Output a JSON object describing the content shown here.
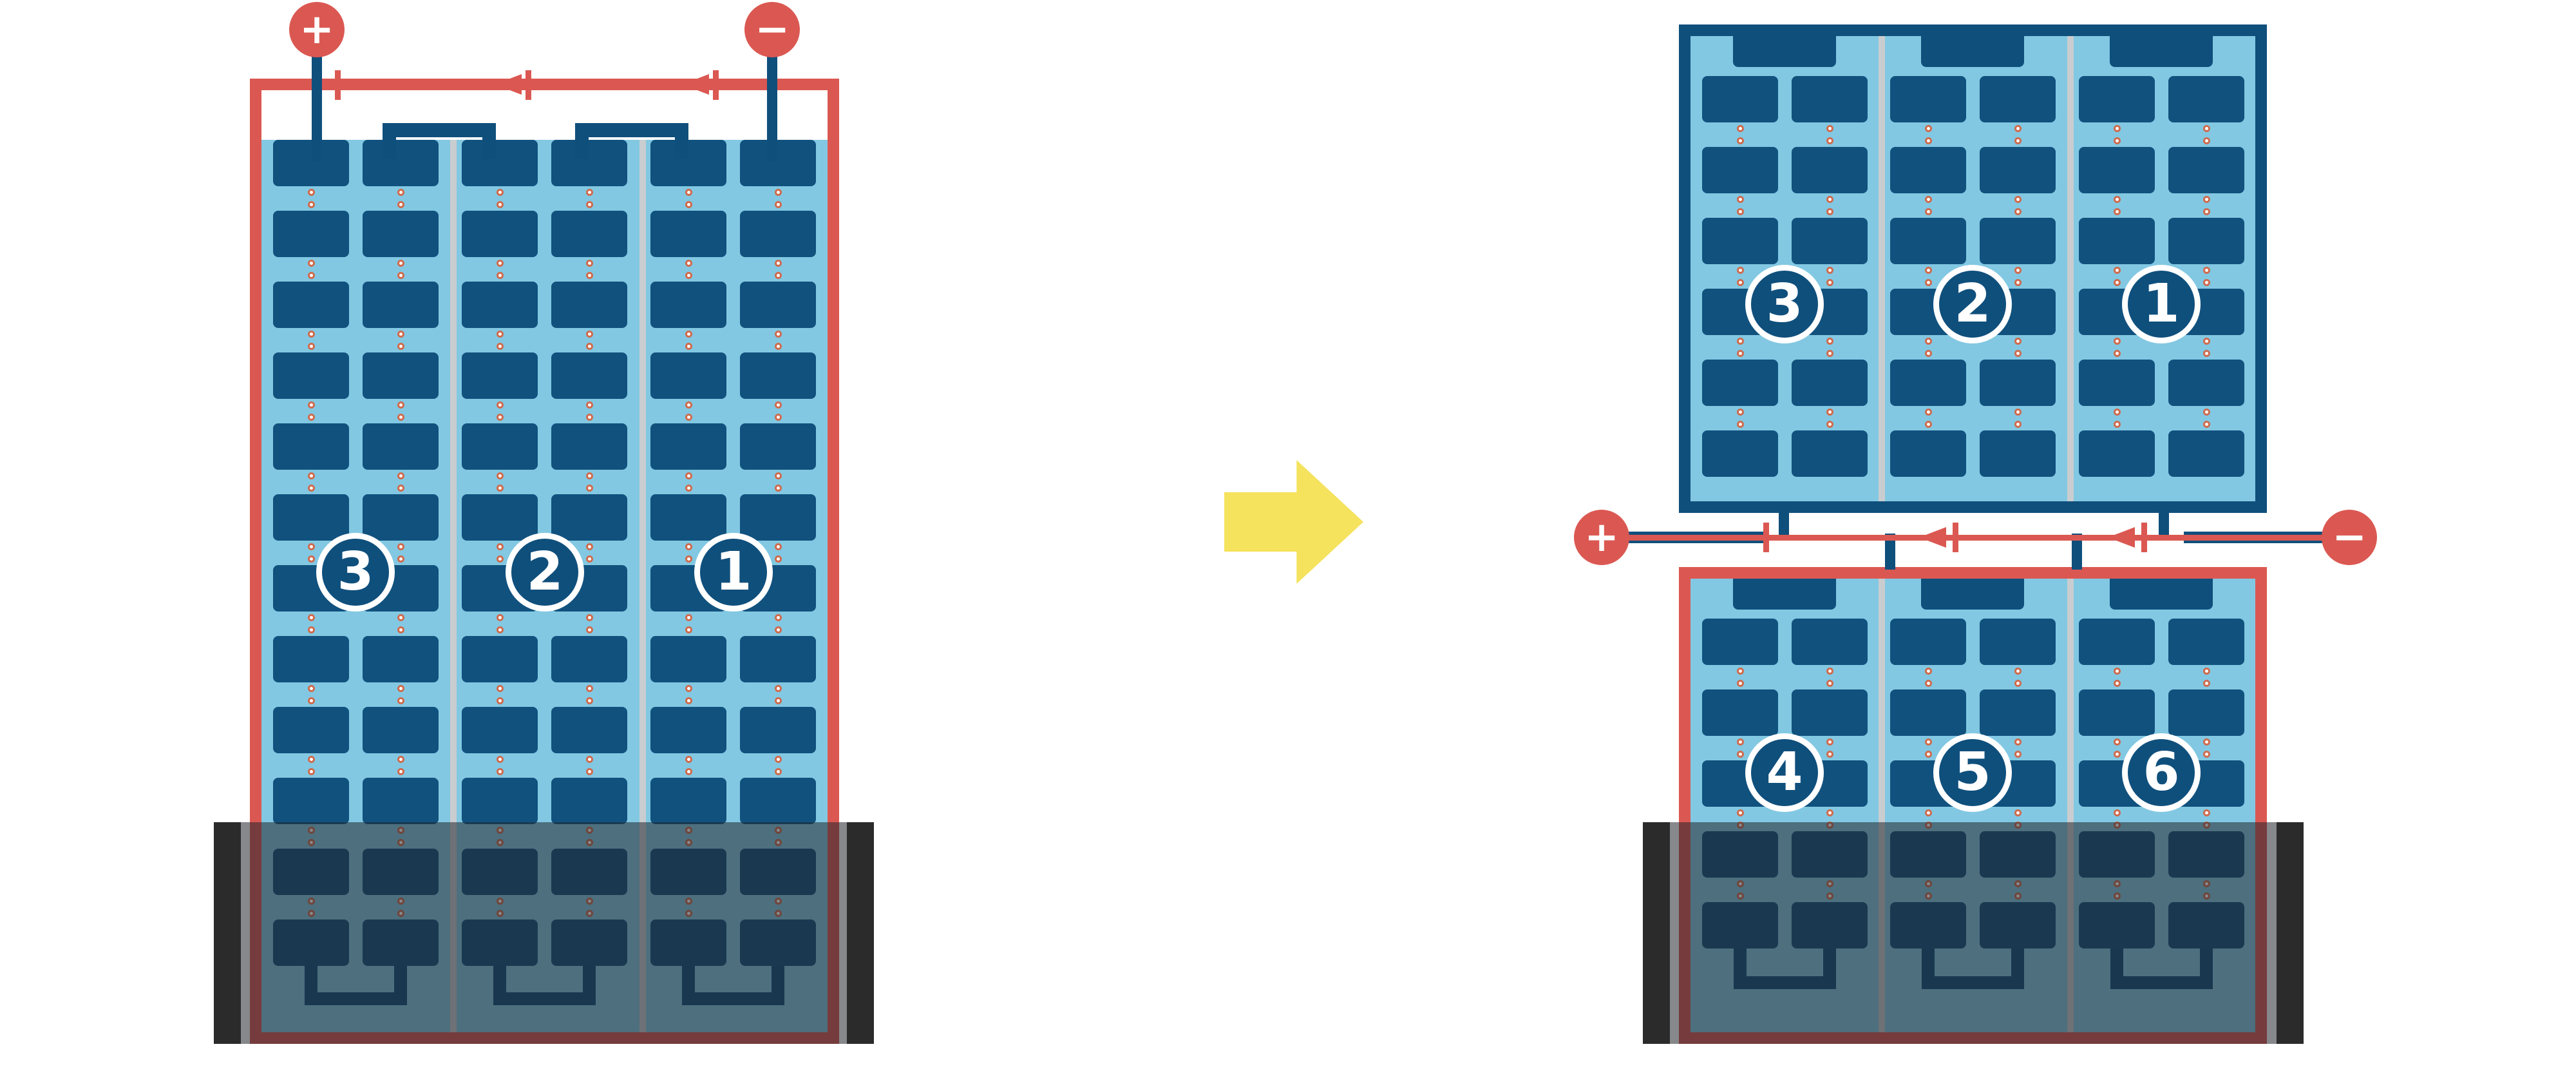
{
  "colors": {
    "red": "#db5852",
    "navy": "#0f4f7c",
    "plate": "#11517e",
    "light_blue": "#82c8e2",
    "separator": "#c9cdd0",
    "yellow": "#f5e25d",
    "dot_ring": "#cf6b4e",
    "band": "rgba(35,39,43,0.55)",
    "band_cap": "#2b2b2b",
    "white": "#ffffff"
  },
  "left_battery": {
    "cell_labels": [
      "3",
      "2",
      "1"
    ],
    "terminals": {
      "positive": "+",
      "negative": "−"
    }
  },
  "right_stack": {
    "top_module": {
      "cell_labels": [
        "3",
        "2",
        "1"
      ]
    },
    "bottom_module": {
      "cell_labels": [
        "4",
        "5",
        "6"
      ]
    },
    "terminals": {
      "positive": "+",
      "negative": "−"
    }
  }
}
